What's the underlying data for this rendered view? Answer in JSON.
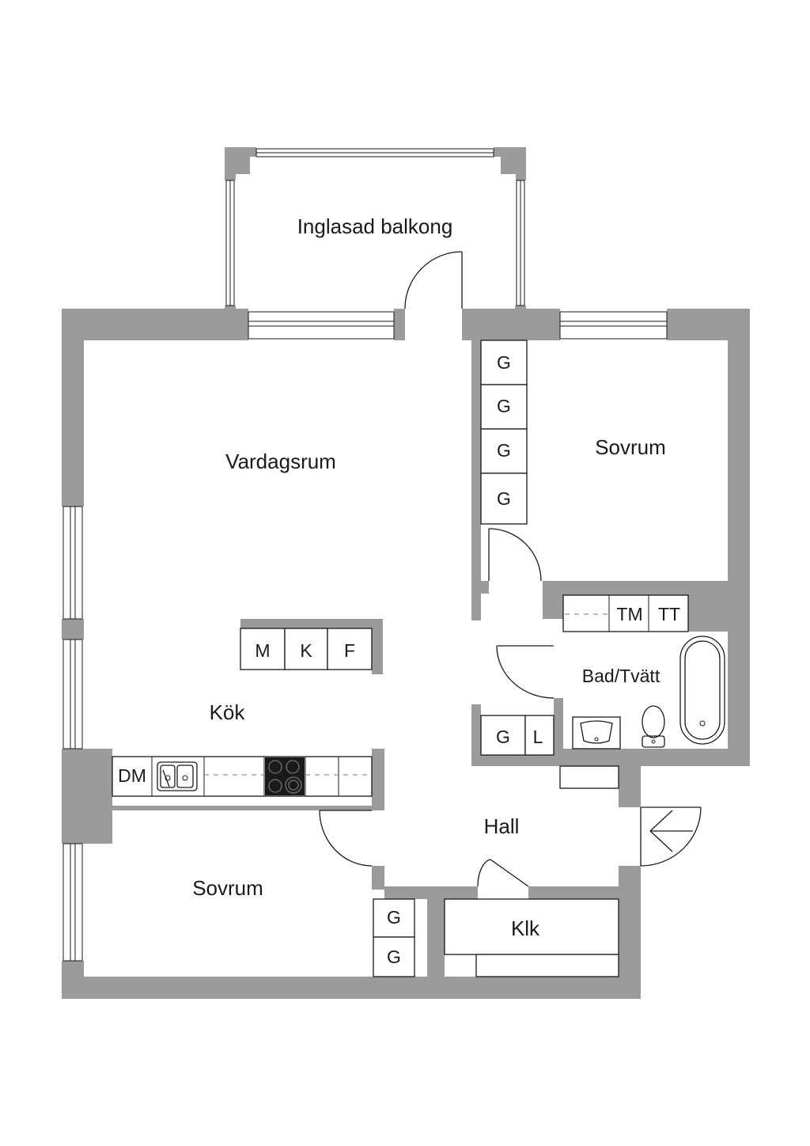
{
  "rooms": {
    "balcony": "Inglasad balkong",
    "living": "Vardagsrum",
    "kitchen": "Kök",
    "bedroom_top": "Sovrum",
    "bedroom_bottom": "Sovrum",
    "bath": "Bad/Tvätt",
    "hall": "Hall",
    "closet": "Klk"
  },
  "fixtures": {
    "wardrobe": "G",
    "linen": "L",
    "microwave": "M",
    "fridge": "K",
    "freezer": "F",
    "dishwasher": "DM",
    "washer": "TM",
    "dryer": "TT"
  },
  "colors": {
    "wall": "#9b9b9b",
    "line": "#1a1a1a",
    "background": "#ffffff"
  }
}
